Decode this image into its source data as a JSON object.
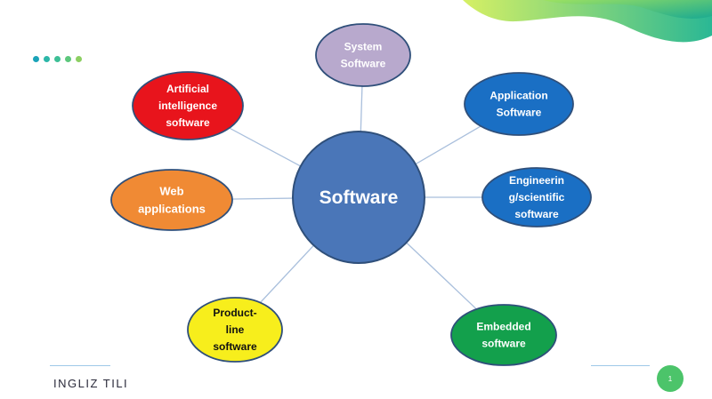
{
  "center": {
    "label": "Software",
    "color": "#4a76b8"
  },
  "nodes": [
    {
      "id": "system",
      "lines": [
        "System",
        "Software"
      ],
      "fill": "#b8a9cd",
      "text": "#ffffff"
    },
    {
      "id": "application",
      "lines": [
        "Application",
        "Software"
      ],
      "fill": "#1a6fc4",
      "text": "#ffffff"
    },
    {
      "id": "engineering",
      "lines": [
        "Engineerin",
        "g/scientific",
        "software"
      ],
      "fill": "#1a6fc4",
      "text": "#ffffff"
    },
    {
      "id": "embedded",
      "lines": [
        "Embedded",
        "software"
      ],
      "fill": "#13a04c",
      "text": "#ffffff"
    },
    {
      "id": "product-line",
      "lines": [
        "Product-",
        "line",
        "software"
      ],
      "fill": "#f7ee1c",
      "text": "#111111"
    },
    {
      "id": "web",
      "lines": [
        "Web",
        "applications"
      ],
      "fill": "#f08a34",
      "text": "#ffffff"
    },
    {
      "id": "ai",
      "lines": [
        "Artificial",
        "intelligence",
        "software"
      ],
      "fill": "#e8141c",
      "text": "#ffffff"
    }
  ],
  "footer": {
    "title": "INGLIZ TILI",
    "page_number": "1"
  },
  "colors": {
    "node_border": "#2f4f7a",
    "connector": "#a9bfdc",
    "dots": [
      "#1aa3b8",
      "#2cb7a8",
      "#3dbf96",
      "#5cc77c",
      "#8ccf62"
    ],
    "wave_light": "#c9ec5a",
    "wave_dark": "#20b98a"
  }
}
